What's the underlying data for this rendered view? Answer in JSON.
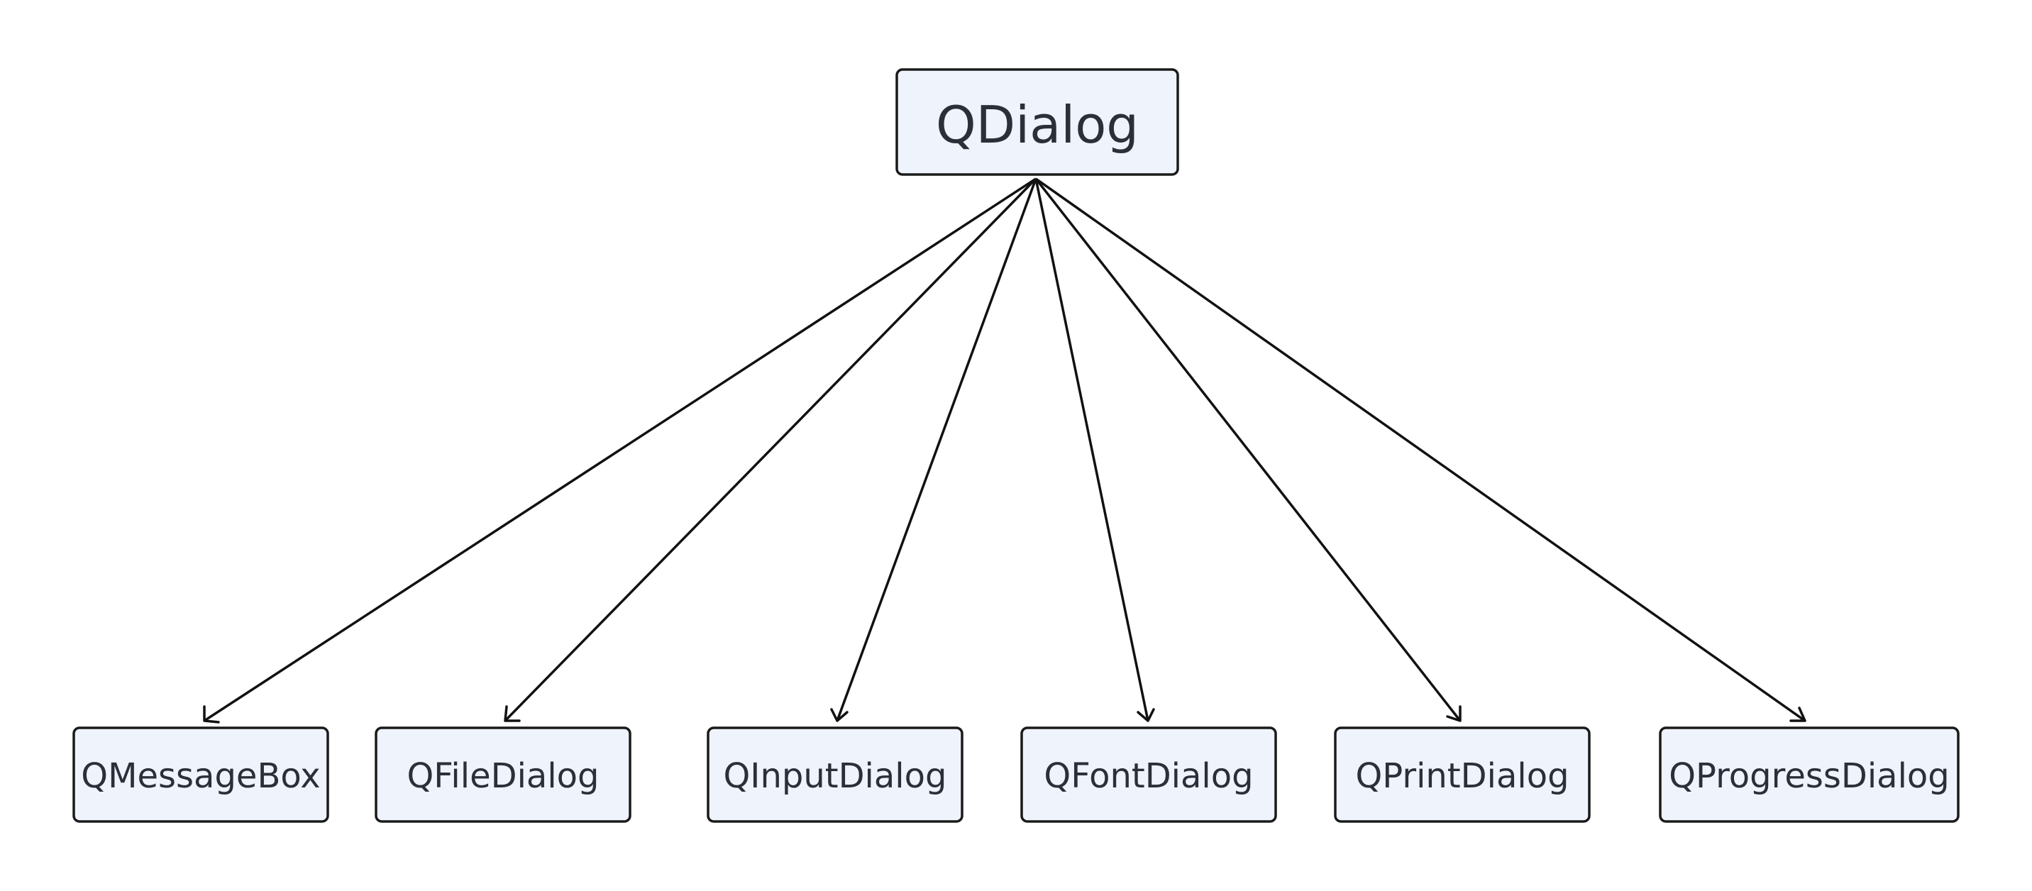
{
  "diagram": {
    "type": "inheritance-tree",
    "root": {
      "id": "qdialog",
      "label": "QDialog"
    },
    "children": [
      {
        "id": "qmessagebox",
        "label": "QMessageBox"
      },
      {
        "id": "qfiledialog",
        "label": "QFileDialog"
      },
      {
        "id": "qinputdialog",
        "label": "QInputDialog"
      },
      {
        "id": "qfontdialog",
        "label": "QFontDialog"
      },
      {
        "id": "qprintdialog",
        "label": "QPrintDialog"
      },
      {
        "id": "qprogressdialog",
        "label": "QProgressDialog"
      }
    ],
    "edges": [
      {
        "from": "qdialog",
        "to": "qmessagebox"
      },
      {
        "from": "qdialog",
        "to": "qfiledialog"
      },
      {
        "from": "qdialog",
        "to": "qinputdialog"
      },
      {
        "from": "qdialog",
        "to": "qfontdialog"
      },
      {
        "from": "qdialog",
        "to": "qprintdialog"
      },
      {
        "from": "qdialog",
        "to": "qprogressdialog"
      }
    ],
    "colors": {
      "node_fill": "#eff3fb",
      "node_stroke": "#1a1a1a",
      "edge": "#111111",
      "text": "#2b2f3a",
      "background": "#ffffff"
    }
  }
}
